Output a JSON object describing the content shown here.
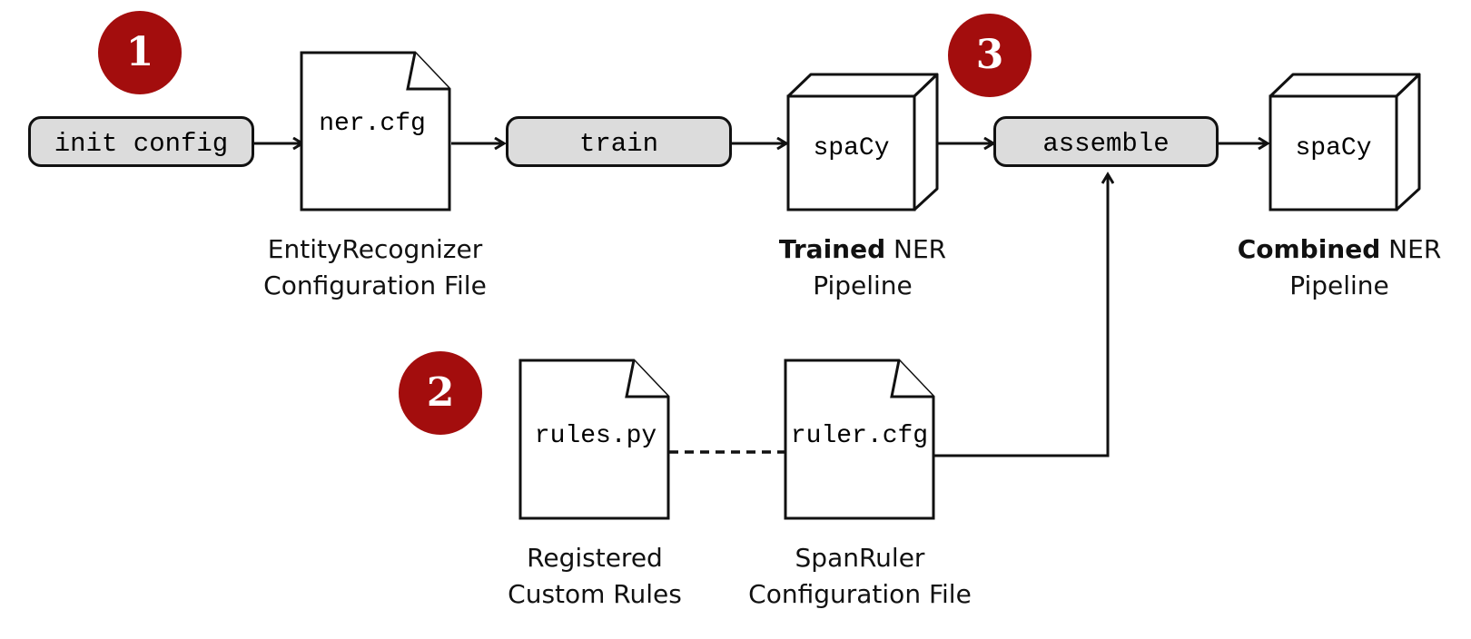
{
  "badges": {
    "step1": "1",
    "step2": "2",
    "step3": "3"
  },
  "nodes": {
    "init_config": "init config",
    "ner_cfg": "ner.cfg",
    "train": "train",
    "spacy_trained": "spaCy",
    "assemble": "assemble",
    "spacy_combined": "spaCy",
    "rules_py": "rules.py",
    "ruler_cfg": "ruler.cfg"
  },
  "captions": {
    "ner_cfg_line1": "EntityRecognizer",
    "ner_cfg_line2": "Configuration File",
    "trained_bold": "Trained",
    "trained_rest": " NER",
    "trained_line2": "Pipeline",
    "combined_bold": "Combined",
    "combined_rest": " NER",
    "combined_line2": "Pipeline",
    "rules_line1": "Registered",
    "rules_line2": "Custom Rules",
    "ruler_line1": "SpanRuler",
    "ruler_line2": "Configuration File"
  },
  "colors": {
    "badge": "#a30d0d",
    "pill_fill": "#dcdcdc",
    "stroke": "#111111"
  }
}
